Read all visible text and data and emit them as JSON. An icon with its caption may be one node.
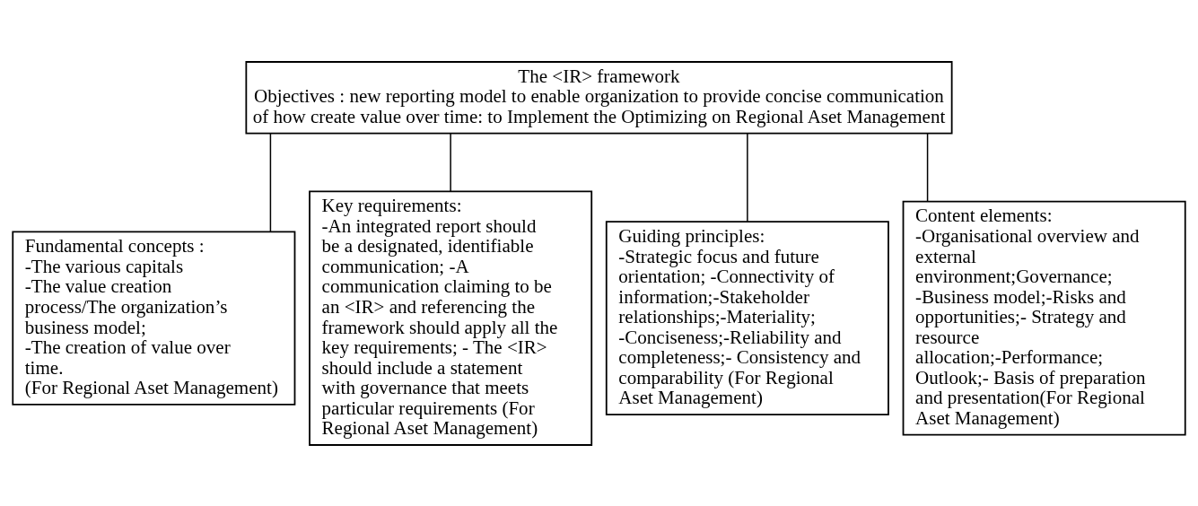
{
  "diagram": {
    "nodes": [
      {
        "text": [
          "The <IR> framework",
          "Objectives : new reporting model to enable organization to provide concise communication of how create value over time: to Implement the Optimizing on Regional Aset Management"
        ]
      },
      {
        "text": [
          "Fundamental concepts :",
          "-The various capitals",
          "-The value creation process/The organization’s business model;",
          "-The creation of value over time.",
          "(For Regional Aset Management)"
        ]
      },
      {
        "text": [
          "Key requirements:",
          "-An integrated report should be a designated, identifiable communication; -A communication claiming to be an <IR> and referencing the framework should apply all the key requirements; - The <IR> should include a statement with governance that meets particular requirements (For Regional Aset Management)"
        ]
      },
      {
        "text": [
          "Guiding principles:",
          "-Strategic focus and future orientation; -Connectivity of information;-Stakeholder relationships;-Materiality; -Conciseness;-Reliability and completeness;- Consistency and comparability (For Regional Aset Management)"
        ]
      },
      {
        "text": [
          "Content elements:",
          "-Organisational overview and external environment;Governance; -Business model;-Risks and opportunities;- Strategy and resource allocation;-Performance; Outlook;- Basis of preparation and presentation(For Regional Aset Management)"
        ]
      }
    ],
    "edges": [
      {
        "from": 0,
        "to": 1,
        "arrow": "none"
      },
      {
        "from": 0,
        "to": 2,
        "arrow": "none"
      },
      {
        "from": 0,
        "to": 3,
        "arrow": "none"
      },
      {
        "from": 0,
        "to": 4,
        "arrow": "none"
      }
    ]
  }
}
